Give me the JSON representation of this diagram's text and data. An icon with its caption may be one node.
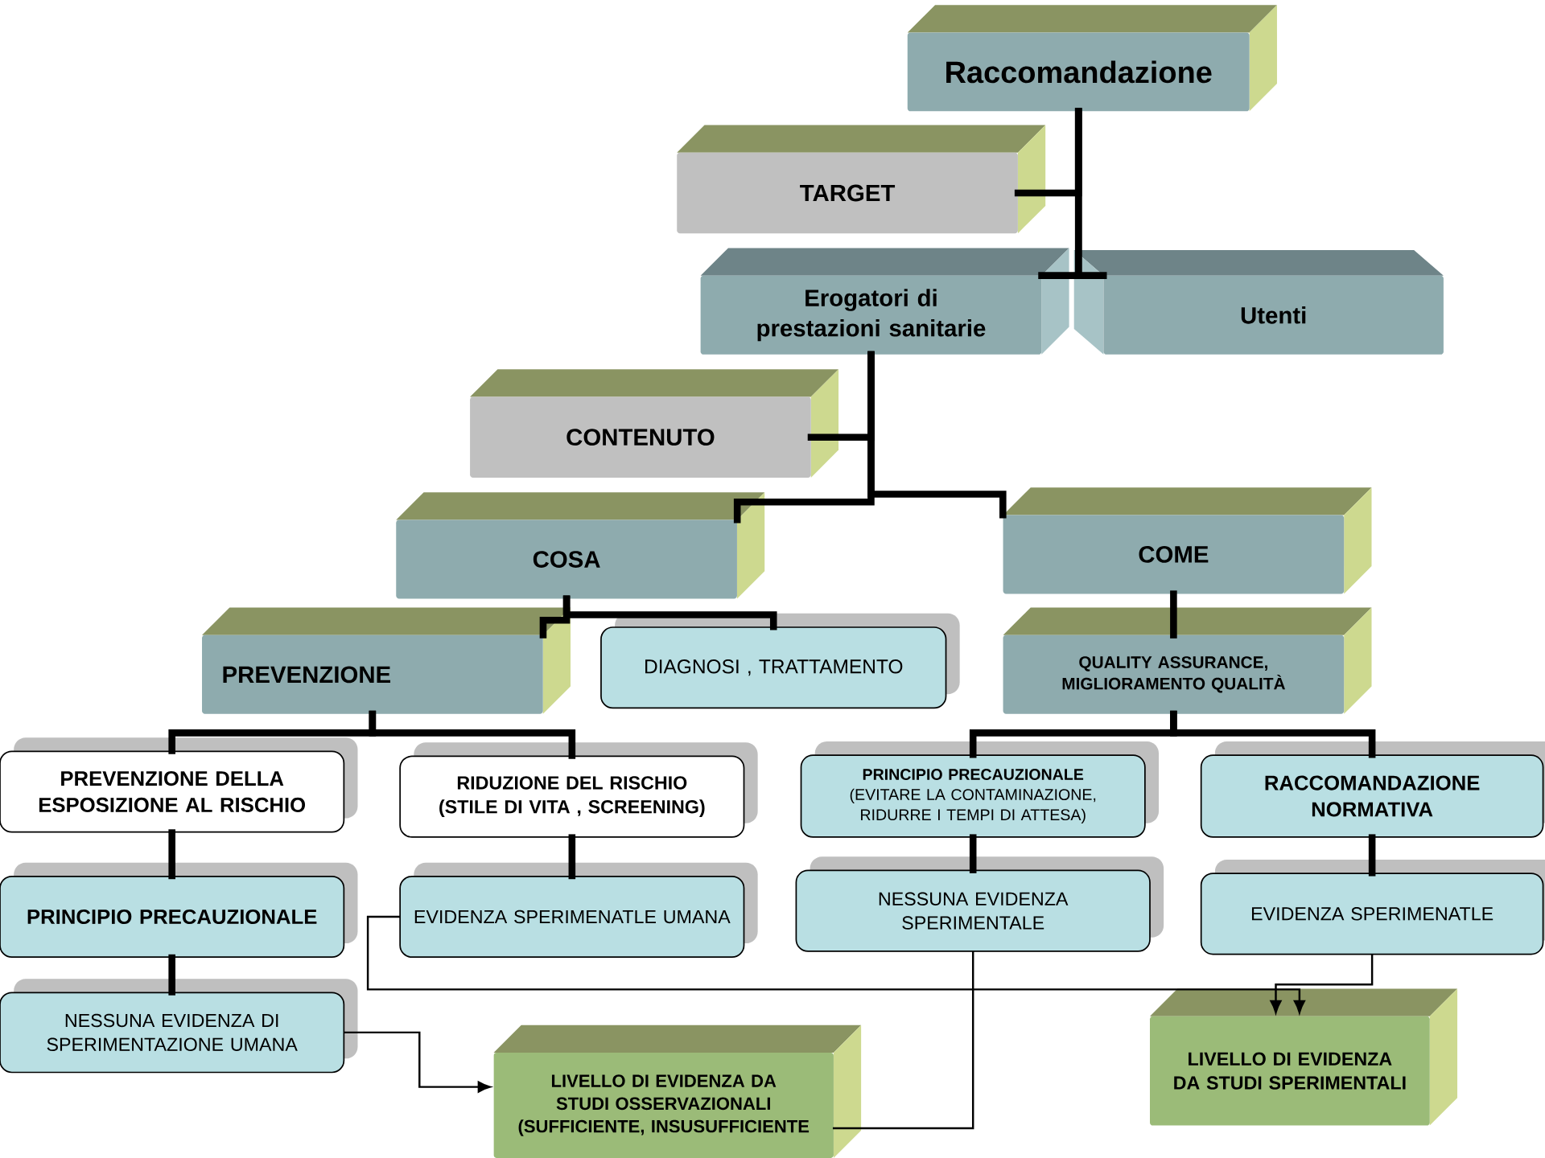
{
  "diagram": {
    "nodes": [
      {
        "text": [
          "Raccomandazione"
        ]
      },
      {
        "text": [
          "TARGET"
        ]
      },
      {
        "text": [
          "Erogatori di prestazioni sanitarie"
        ]
      },
      {
        "text": [
          "Utenti"
        ]
      },
      {
        "text": [
          "CONTENUTO"
        ]
      },
      {
        "text": [
          "COSA"
        ]
      },
      {
        "text": [
          "COME"
        ]
      },
      {
        "text": [
          "PREVENZIONE"
        ]
      },
      {
        "text": [
          "DIAGNOSI , TRATTAMENTO"
        ]
      },
      {
        "text": [
          "QUALITY ASSURANCE, MIGLIORAMENTO QUALITÀ"
        ]
      },
      {
        "text": [
          "PREVENZIONE DELLA ESPOSIZIONE AL RISCHIO"
        ]
      },
      {
        "text": [
          "RIDUZIONE DEL RISCHIO (STILE DI VITA , SCREENING)"
        ]
      },
      {
        "text": [
          "PRINCIPIO PRECAUZIONALE",
          "(EVITARE LA CONTAMINAZIONE, RIDURRE I TEMPI DI ATTESA)"
        ]
      },
      {
        "text": [
          "RACCOMANDAZIONE NORMATIVA"
        ]
      },
      {
        "text": [
          "PRINCIPIO PRECAUZIONALE"
        ]
      },
      {
        "text": [
          "EVIDENZA SPERIMENATLE UMANA"
        ]
      },
      {
        "text": [
          "NESSUNA EVIDENZA SPERIMENTALE"
        ]
      },
      {
        "text": [
          "EVIDENZA SPERIMENATLE"
        ]
      },
      {
        "text": [
          "NESSUNA EVIDENZA DI SPERIMENTAZIONE UMANA"
        ]
      },
      {
        "text": [
          "LIVELLO DI EVIDENZA DA STUDI OSSERVAZIONALI (SUFFICIENTE, INSUSUFFICIENTE"
        ]
      },
      {
        "text": [
          "LIVELLO DI EVIDENZA DA STUDI SPERIMENTALI"
        ]
      }
    ],
    "edges": [
      {
        "from": 0,
        "to": 1,
        "arrow": "none"
      },
      {
        "from": 0,
        "to": 2,
        "arrow": "none"
      },
      {
        "from": 0,
        "to": 3,
        "arrow": "none"
      },
      {
        "from": 2,
        "to": 4,
        "arrow": "none"
      },
      {
        "from": 2,
        "to": 5,
        "arrow": "none"
      },
      {
        "from": 2,
        "to": 6,
        "arrow": "none"
      },
      {
        "from": 5,
        "to": 7,
        "arrow": "none"
      },
      {
        "from": 5,
        "to": 8,
        "arrow": "none"
      },
      {
        "from": 6,
        "to": 9,
        "arrow": "none"
      },
      {
        "from": 7,
        "to": 10,
        "arrow": "none"
      },
      {
        "from": 7,
        "to": 11,
        "arrow": "none"
      },
      {
        "from": 9,
        "to": 12,
        "arrow": "none"
      },
      {
        "from": 9,
        "to": 13,
        "arrow": "none"
      },
      {
        "from": 10,
        "to": 14,
        "arrow": "none"
      },
      {
        "from": 11,
        "to": 15,
        "arrow": "none"
      },
      {
        "from": 12,
        "to": 16,
        "arrow": "none"
      },
      {
        "from": 13,
        "to": 17,
        "arrow": "none"
      },
      {
        "from": 14,
        "to": 18,
        "arrow": "none"
      },
      {
        "from": 18,
        "to": 19,
        "arrow": "to"
      },
      {
        "from": 15,
        "to": 20,
        "arrow": "to"
      },
      {
        "from": 16,
        "to": 19,
        "arrow": "none"
      },
      {
        "from": 17,
        "to": 20,
        "arrow": "to"
      }
    ]
  }
}
